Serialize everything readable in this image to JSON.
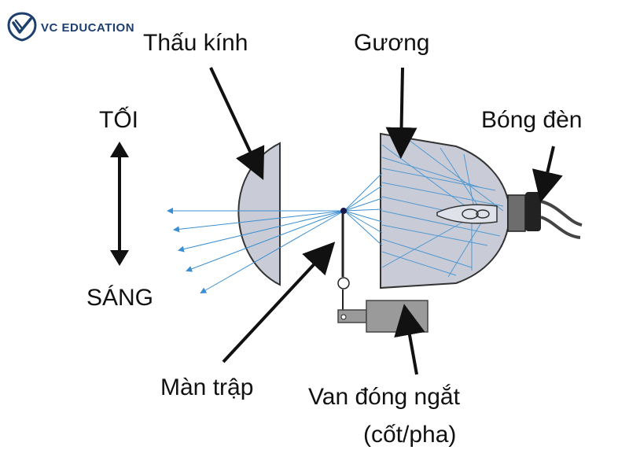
{
  "brand": {
    "name": "VC EDUCATION",
    "color": "#1d3f6e",
    "logo_icon": "shield-check-logo"
  },
  "labels": {
    "lens": "Thấu kính",
    "mirror": "Gương",
    "dark": "TỐI",
    "bulb": "Bóng đèn",
    "bright": "SÁNG",
    "shutter": "Màn trập",
    "valve_line1": "Van đóng ngắt",
    "valve_line2": "(cốt/pha)"
  },
  "colors": {
    "part_fill": "#c9ccd6",
    "part_stroke": "#333333",
    "ray": "#3b8fd1",
    "arrow": "#111111",
    "bulb_base": "#6d6d6d",
    "valve_block": "#9a9a9a"
  }
}
